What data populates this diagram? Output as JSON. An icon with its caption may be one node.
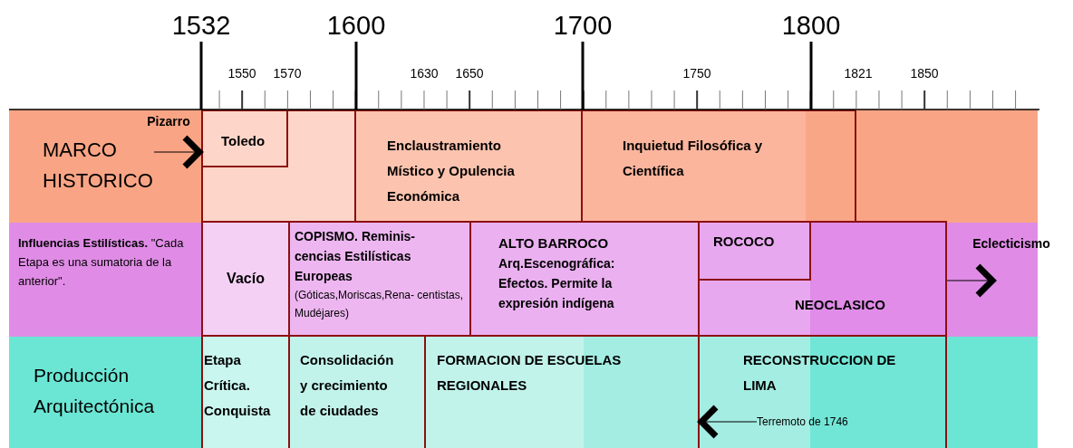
{
  "diagram": {
    "nodes": [
      {
        "text": [
          "MARCO HISTORICO"
        ]
      },
      {
        "text": [],
        "shape": "box"
      },
      {
        "text": [
          "Toledo"
        ],
        "in": 1
      },
      {
        "text": [
          "Enclaustramiento Místico y Opulencia Económica"
        ]
      },
      {
        "text": [
          "Inquietud Filosófica y Científica"
        ]
      },
      {
        "text": [
          "**Influencias Estilísticas.** \"Cada Etapa es una sumatoria de la anterior\"."
        ]
      },
      {
        "text": [
          "Vacío"
        ]
      },
      {
        "text": [
          "COPISMO. Reminis- cencias Estilísticas Europeas",
          "(Góticas,Moriscas,Rena- centistas, Mudéjares)"
        ]
      },
      {
        "text": [
          "ALTO BARROCO",
          "Arq.Escenográfica: Efectos. Permite la expresión indígena"
        ]
      },
      {
        "text": [
          "NEOCLASICO"
        ]
      },
      {
        "text": [
          "ROCOCO"
        ],
        "in": 9
      },
      {
        "text": [
          "Producción Arquitectónica"
        ]
      },
      {
        "text": [
          "Etapa Crítica. Conquista"
        ]
      },
      {
        "text": [
          "Consolidación y crecimiento de ciudades"
        ]
      },
      {
        "text": [
          "FORMACION DE ESCUELAS REGIONALES"
        ]
      },
      {
        "text": [
          "RECONSTRUCCION DE LIMA"
        ]
      },
      {
        "text": [
          "Terremoto de 1746"
        ],
        "in": 15
      }
    ],
    "edges": [
      {
        "from": 0,
        "to": 1,
        "arrow": "to"
      },
      {
        "from": 9,
        "to": null,
        "arrow": "to"
      },
      {
        "from": 16,
        "to": null,
        "arrow": "to"
      }
    ],
    "labels": [
      "1532",
      "1600",
      "1700",
      "1800",
      "1550",
      "1570",
      "1630",
      "1650",
      "1750",
      "1821",
      "1850",
      "Pizarro",
      "Eclecticismo"
    ]
  }
}
